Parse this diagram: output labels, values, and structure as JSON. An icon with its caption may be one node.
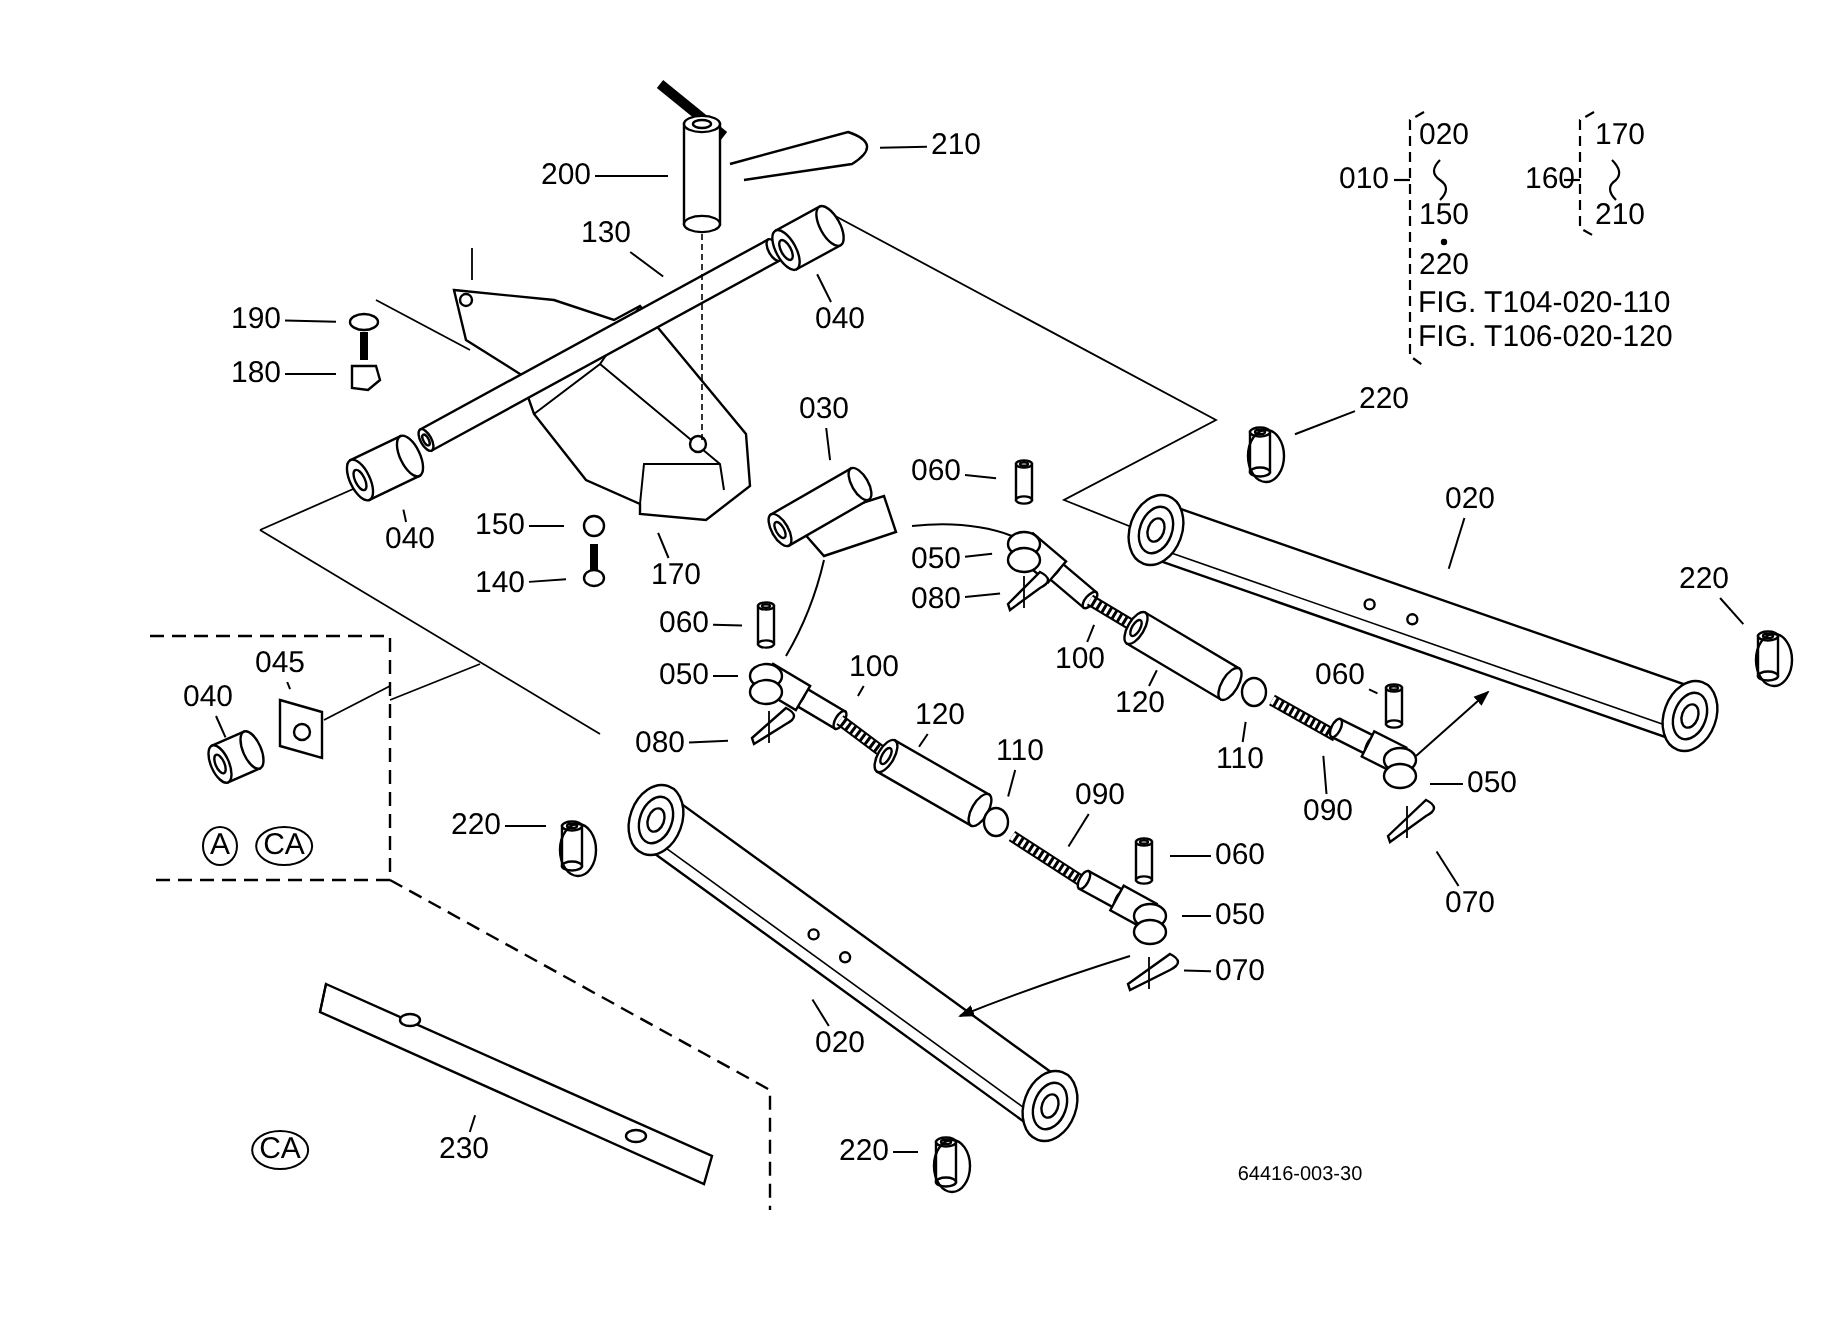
{
  "diagram": {
    "nodes": [
      {
        "text": [
          "200"
        ]
      },
      {
        "text": [
          "210"
        ]
      },
      {
        "text": [
          "130"
        ]
      },
      {
        "text": [
          "190"
        ]
      },
      {
        "text": [
          "180"
        ]
      },
      {
        "text": [
          "040"
        ]
      },
      {
        "text": [
          "040"
        ]
      },
      {
        "text": [
          "030"
        ]
      },
      {
        "text": [
          "150"
        ]
      },
      {
        "text": [
          "140"
        ]
      },
      {
        "text": [
          "170"
        ]
      },
      {
        "text": [
          "060"
        ]
      },
      {
        "text": [
          "050"
        ]
      },
      {
        "text": [
          "080"
        ]
      },
      {
        "text": [
          "220"
        ]
      },
      {
        "text": [
          "020"
        ]
      },
      {
        "text": [
          "100"
        ]
      },
      {
        "text": [
          "120"
        ]
      },
      {
        "text": [
          "110"
        ]
      },
      {
        "text": [
          "060"
        ]
      },
      {
        "text": [
          "090"
        ]
      },
      {
        "text": [
          "050"
        ]
      },
      {
        "text": [
          "220"
        ]
      },
      {
        "text": [
          "070"
        ]
      },
      {
        "text": [
          "045"
        ]
      },
      {
        "text": [
          "040"
        ]
      },
      {
        "text": [
          "060"
        ]
      },
      {
        "text": [
          "050"
        ]
      },
      {
        "text": [
          "080"
        ]
      },
      {
        "text": [
          "100"
        ]
      },
      {
        "text": [
          "120"
        ]
      },
      {
        "text": [
          "110"
        ]
      },
      {
        "text": [
          "090"
        ]
      },
      {
        "text": [
          "A"
        ]
      },
      {
        "text": [
          "CA"
        ]
      },
      {
        "text": [
          "220"
        ]
      },
      {
        "text": [
          "060"
        ]
      },
      {
        "text": [
          "050"
        ]
      },
      {
        "text": [
          "070"
        ]
      },
      {
        "text": [
          "020"
        ]
      },
      {
        "text": [
          "230"
        ]
      },
      {
        "text": [
          "CA"
        ]
      },
      {
        "text": [
          "220"
        ]
      }
    ],
    "edges": [
      {
        "from": 0,
        "to": null,
        "arrow": "none"
      },
      {
        "from": 1,
        "to": null,
        "arrow": "none"
      },
      {
        "from": 2,
        "to": null,
        "arrow": "none"
      },
      {
        "from": 3,
        "to": null,
        "arrow": "none"
      },
      {
        "from": 4,
        "to": null,
        "arrow": "none"
      },
      {
        "from": 5,
        "to": null,
        "arrow": "none"
      },
      {
        "from": 6,
        "to": null,
        "arrow": "none"
      },
      {
        "from": 7,
        "to": null,
        "arrow": "none"
      },
      {
        "from": 8,
        "to": null,
        "arrow": "none"
      },
      {
        "from": 9,
        "to": null,
        "arrow": "none"
      },
      {
        "from": 10,
        "to": null,
        "arrow": "none"
      },
      {
        "from": 11,
        "to": null,
        "arrow": "none"
      },
      {
        "from": 12,
        "to": null,
        "arrow": "none"
      },
      {
        "from": 13,
        "to": null,
        "arrow": "none"
      },
      {
        "from": 14,
        "to": null,
        "arrow": "none"
      },
      {
        "from": 15,
        "to": null,
        "arrow": "none"
      },
      {
        "from": 16,
        "to": null,
        "arrow": "none"
      },
      {
        "from": 17,
        "to": null,
        "arrow": "none"
      },
      {
        "from": 18,
        "to": null,
        "arrow": "none"
      },
      {
        "from": 19,
        "to": null,
        "arrow": "none"
      },
      {
        "from": 20,
        "to": null,
        "arrow": "none"
      },
      {
        "from": 21,
        "to": null,
        "arrow": "none"
      },
      {
        "from": 22,
        "to": null,
        "arrow": "none"
      },
      {
        "from": 23,
        "to": null,
        "arrow": "none"
      },
      {
        "from": 24,
        "to": null,
        "arrow": "none"
      },
      {
        "from": 25,
        "to": null,
        "arrow": "none"
      },
      {
        "from": 26,
        "to": null,
        "arrow": "none"
      },
      {
        "from": 27,
        "to": null,
        "arrow": "none"
      },
      {
        "from": 28,
        "to": null,
        "arrow": "none"
      },
      {
        "from": 29,
        "to": null,
        "arrow": "none"
      },
      {
        "from": 30,
        "to": null,
        "arrow": "none"
      },
      {
        "from": 31,
        "to": null,
        "arrow": "none"
      },
      {
        "from": 32,
        "to": null,
        "arrow": "none"
      },
      {
        "from": 35,
        "to": null,
        "arrow": "none"
      },
      {
        "from": 36,
        "to": null,
        "arrow": "none"
      },
      {
        "from": 37,
        "to": null,
        "arrow": "none"
      },
      {
        "from": 38,
        "to": null,
        "arrow": "none"
      },
      {
        "from": 39,
        "to": null,
        "arrow": "none"
      },
      {
        "from": 40,
        "to": null,
        "arrow": "none"
      },
      {
        "from": 42,
        "to": null,
        "arrow": "none"
      }
    ],
    "labels": [
      "010",
      "020",
      "150",
      "220",
      "FIG. T104-020-110",
      "FIG. T106-020-120",
      "160",
      "170",
      "210",
      "64416-003-30"
    ]
  }
}
